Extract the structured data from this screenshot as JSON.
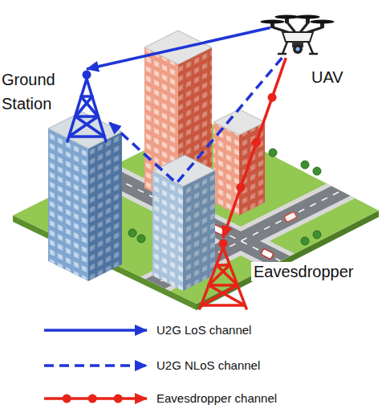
{
  "diagram": {
    "nodes": [
      {
        "text": [
          "Ground Station"
        ]
      },
      {
        "text": [
          "UAV"
        ]
      },
      {
        "text": [
          "Eavesdropper"
        ]
      }
    ],
    "edges": [
      {
        "from": 1,
        "to": 0,
        "arrow": "to"
      },
      {
        "from": 1,
        "to": 0,
        "arrow": "to"
      },
      {
        "from": 1,
        "to": 2,
        "arrow": "to"
      }
    ],
    "legend": [
      {
        "text": "U2G LoS channel"
      },
      {
        "text": "U2G NLoS channel"
      },
      {
        "text": "Eavesdropper channel"
      }
    ]
  }
}
